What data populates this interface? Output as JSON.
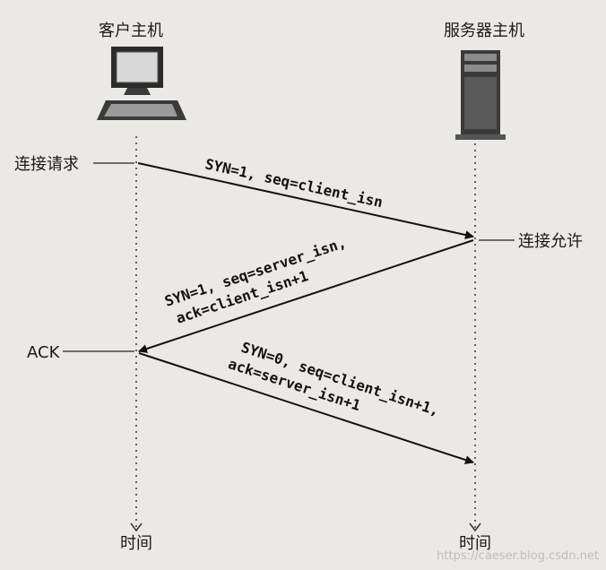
{
  "client": {
    "title": "客户主机",
    "time_label": "时间"
  },
  "server": {
    "title": "服务器主机",
    "time_label": "时间"
  },
  "events": {
    "connect_request": "连接请求",
    "connect_grant": "连接允许",
    "ack": "ACK"
  },
  "messages": {
    "syn": {
      "line1": "SYN=1, seq=client_isn"
    },
    "synack": {
      "line1": "SYN=1, seq=server_isn,",
      "line2": "ack=client_isn+1"
    },
    "ack": {
      "line1": "SYN=0, seq=client_isn+1,",
      "line2": "ack=server_isn+1"
    }
  },
  "watermark": "https://caeser.blog.csdn.net",
  "icons": {
    "client": "desktop-computer-icon",
    "server": "server-tower-icon"
  }
}
